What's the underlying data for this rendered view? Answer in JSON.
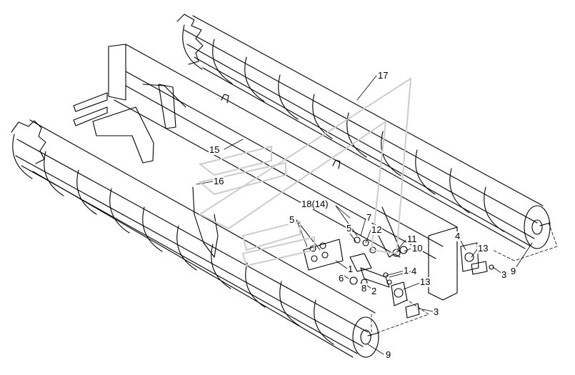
{
  "diagram": {
    "callouts": {
      "c17": "17",
      "c15": "15",
      "c16": "16",
      "c18": "18(14)",
      "c5a": "5",
      "c5b": "5",
      "c7": "7",
      "c12": "12",
      "c11": "11",
      "c10": "10",
      "c4a": "4",
      "c13a": "13",
      "c3a": "3",
      "c9a": "9",
      "c1a": "1",
      "c4b": "4",
      "c1b": "1",
      "c6": "6",
      "c8": "8",
      "c2": "2",
      "c13b": "13",
      "c3b": "3",
      "c9b": "9"
    },
    "colors": {
      "line": "#000000",
      "watermark": "#cccccc",
      "background": "#ffffff"
    },
    "watermark_icon": "logo-watermark"
  }
}
